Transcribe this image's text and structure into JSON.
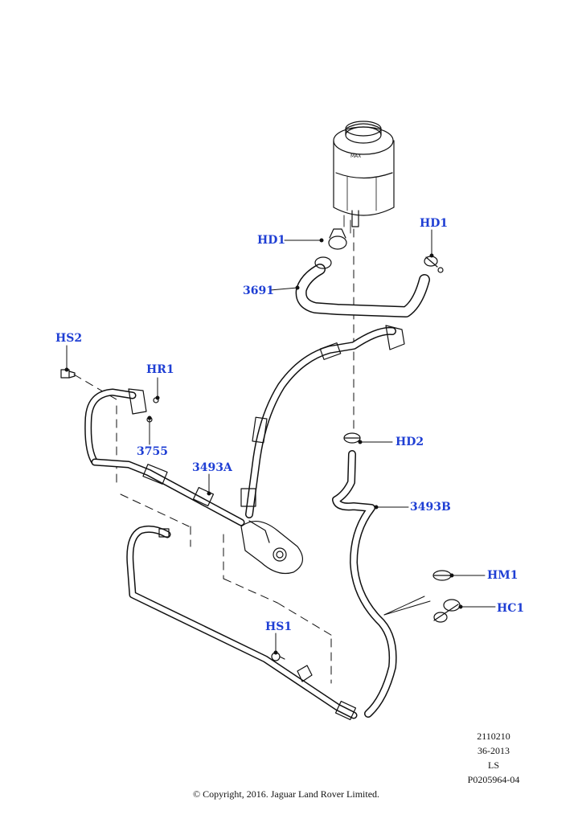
{
  "diagram": {
    "callouts": {
      "hd1_left": "HD1",
      "hd1_right": "HD1",
      "part_3691": "3691",
      "hs2": "HS2",
      "hr1": "HR1",
      "part_3755": "3755",
      "part_3493a": "3493A",
      "hd2": "HD2",
      "part_3493b": "3493B",
      "hm1": "HM1",
      "hc1": "HC1",
      "hs1": "HS1"
    },
    "callout_color": "#1f3fd4",
    "reservoir_label": "MAX"
  },
  "footer": {
    "ref_1": "2110210",
    "ref_2": "36-2013",
    "ref_3": "LS",
    "ref_4": "P0205964-04",
    "copyright": "© Copyright, 2016. Jaguar Land Rover Limited."
  }
}
